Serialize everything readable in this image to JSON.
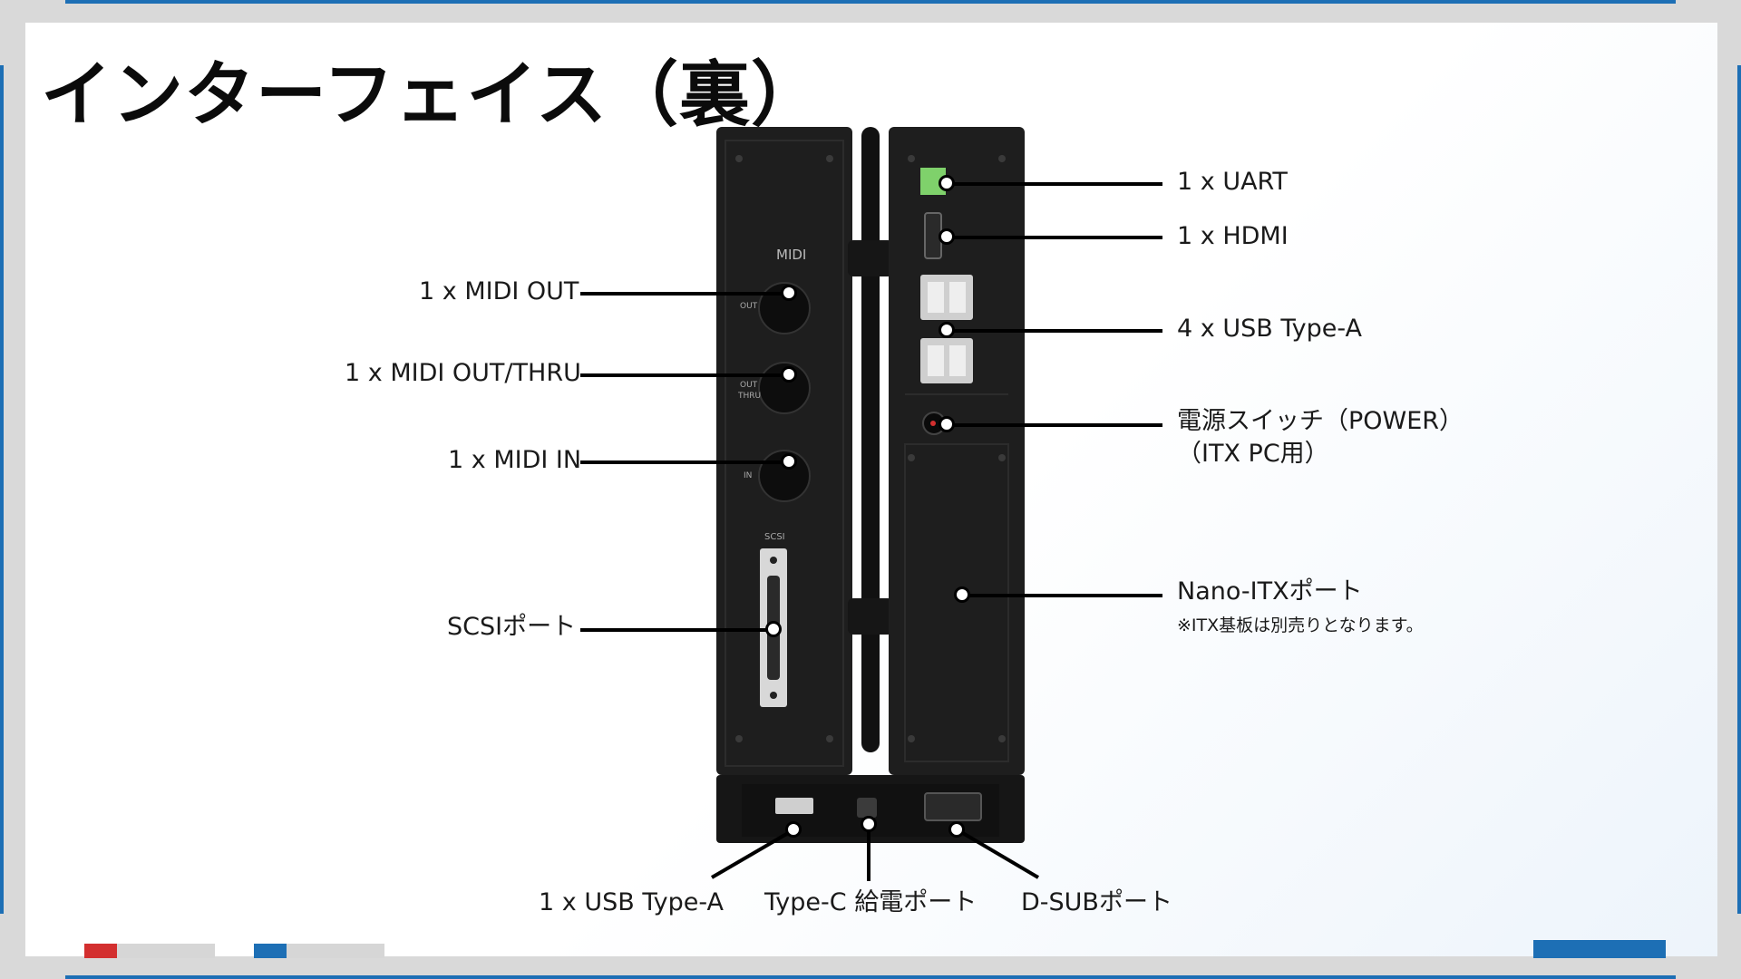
{
  "title": "インターフェイス（裏）",
  "left_labels": {
    "midi_out": "1 x MIDI OUT",
    "midi_out_thru": "1 x MIDI OUT/THRU",
    "midi_in": "1 x MIDI IN",
    "scsi": "SCSIポート"
  },
  "right_labels": {
    "uart": "1 x UART",
    "hdmi": "1 x HDMI",
    "usb_a4": "4 x USB Type-A",
    "power_line1": "電源スイッチ（POWER）",
    "power_line2": "（ITX PC用）",
    "nano_itx": "Nano-ITXポート",
    "nano_itx_note": "※ITX基板は別売りとなります。"
  },
  "bottom_labels": {
    "usb_a1": "1 x USB Type-A",
    "type_c": "Type-C 給電ポート",
    "dsub": "D-SUBポート"
  },
  "device": {
    "midi_label": "MIDI",
    "port_out": "OUT",
    "port_out_thru_1": "OUT",
    "port_out_thru_2": "THRU",
    "port_in": "IN",
    "scsi_label": "SCSI"
  },
  "colors": {
    "accent_blue": "#1d6fb5",
    "accent_red": "#d32f2f",
    "device_body": "#1c1c1c",
    "uart_green": "#7fd16b"
  },
  "progress": {
    "left_red": 0.25,
    "left_blue": 0.25
  }
}
